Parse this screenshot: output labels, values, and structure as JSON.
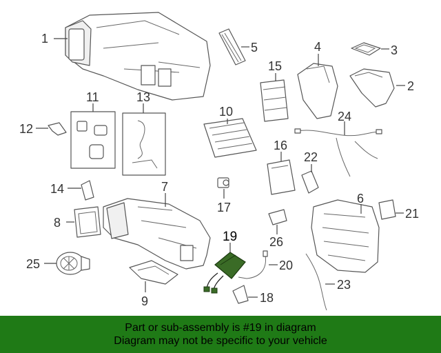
{
  "callouts": {
    "c1": "1",
    "c2": "2",
    "c3": "3",
    "c4": "4",
    "c5": "5",
    "c6": "6",
    "c7": "7",
    "c8": "8",
    "c9": "9",
    "c10": "10",
    "c11": "11",
    "c12": "12",
    "c13": "13",
    "c14": "14",
    "c15": "15",
    "c16": "16",
    "c17": "17",
    "c18": "18",
    "c19": "19",
    "c20": "20",
    "c21": "21",
    "c22": "22",
    "c23": "23",
    "c24": "24",
    "c25": "25",
    "c26": "26"
  },
  "highlighted_part": "19",
  "banner": {
    "line1": "Part or sub-assembly is #19 in diagram",
    "line2": "Diagram may not be specific to your vehicle"
  },
  "colors": {
    "banner_bg": "#1f7a16",
    "highlight_part": "#3a6b26"
  }
}
